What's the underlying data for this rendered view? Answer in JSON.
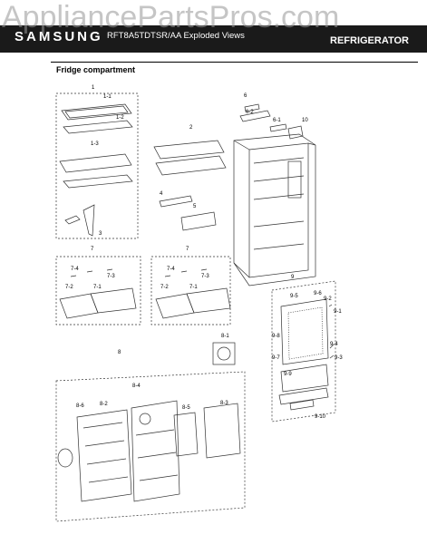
{
  "header": {
    "brand": "SAMSUNG",
    "model_line": "RFT8A5TDTSR/AA  Exploded Views",
    "category": "REFRIGERATOR"
  },
  "watermark": "AppliancePartsPros.com",
  "section_title": "Fridge compartment",
  "colors": {
    "header_bg": "#1a1a1a",
    "line": "#333333"
  },
  "labels": {
    "l1": "1",
    "l1_1": "1-1",
    "l1_2": "1-2",
    "l1_3": "1-3",
    "l2": "2",
    "l3": "3",
    "l4": "4",
    "l5": "5",
    "l6": "6",
    "l6_2": "6-2",
    "l6_1": "6-1",
    "l10": "10",
    "l7a": "7",
    "l7b": "7",
    "l7_4a": "7-4",
    "l7_3a": "7-3",
    "l7_1a": "7-1",
    "l7_2a": "7-2",
    "l7_4b": "7-4",
    "l7_3b": "7-3",
    "l7_1b": "7-1",
    "l7_2b": "7-2",
    "l8": "8",
    "l8_1": "8-1",
    "l8_2": "8-2",
    "l8_3": "8-3",
    "l8_4": "8-4",
    "l8_5": "8-5",
    "l8_6": "8-6",
    "l9": "9",
    "l9_1": "9-1",
    "l9_2": "9-2",
    "l9_3": "9-3",
    "l9_4": "9-4",
    "l9_5": "9-5",
    "l9_6": "9-6",
    "l9_7": "9-7",
    "l9_8": "9-8",
    "l9_9": "9-9",
    "l9_10": "9-10"
  }
}
